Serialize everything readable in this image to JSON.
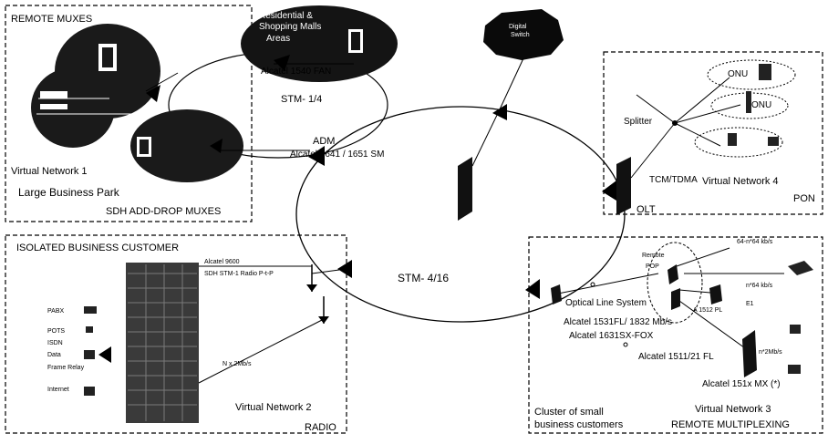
{
  "panels": {
    "remote_muxes": {
      "title": "REMOTE MUXES",
      "network": "Virtual Network 1",
      "subtitle": "Large Business Park",
      "footer": "SDH ADD-DROP MUXES"
    },
    "isolated": {
      "title": "ISOLATED BUSINESS CUSTOMER",
      "network": "Virtual Network 2",
      "footer": "RADIO",
      "radio_label_1": "Alcatel 9600",
      "radio_label_2": "SDH STM-1 Radio P-t-P",
      "radio_label_3": "N x 2Mb/s",
      "devices": [
        "PABX",
        "POTS",
        "ISDN",
        "Data",
        "Frame Relay",
        "Internet"
      ]
    },
    "pon": {
      "network": "Virtual Network 4",
      "footer": "PON",
      "splitter": "Splitter",
      "onu_1": "ONU",
      "onu_2": "ONU",
      "tcm": "TCM/TDMA",
      "olt": "OLT"
    },
    "remote_multiplexing": {
      "remote": "Remote",
      "pop": "POP",
      "rate_1": "64-n*64 kb/s",
      "rate_2": "n*64 kb/s",
      "e1": "E1",
      "a1512": "A 1512 PL",
      "optical": "Optical Line System",
      "alcatel_1531": "Alcatel 1531FL/ 1832 Mb/s",
      "alcatel_1631": "Alcatel 1631SX-FOX",
      "alcatel_1511": "Alcatel 1511/21 FL",
      "rate_3": "n*2Mb/s",
      "alcatel_151x": "Alcatel 151x MX (*)",
      "cluster_1": "Cluster of small",
      "cluster_2": "business customers",
      "network": "Virtual Network 3",
      "footer": "REMOTE MULTIPLEXING"
    }
  },
  "ring": {
    "stm_small": "STM- 1/4",
    "stm_large": "STM- 4/16",
    "adm": "ADM",
    "alcatel_ring": "Alcatel 1641 / 1651 SM",
    "residential_1": "Residential &",
    "residential_2": "Shopping Malls",
    "residential_3": "Areas",
    "alcatel_fan": "Alcatel 1540 FAN",
    "cloud_1": "Digital",
    "cloud_2": "Switch"
  }
}
